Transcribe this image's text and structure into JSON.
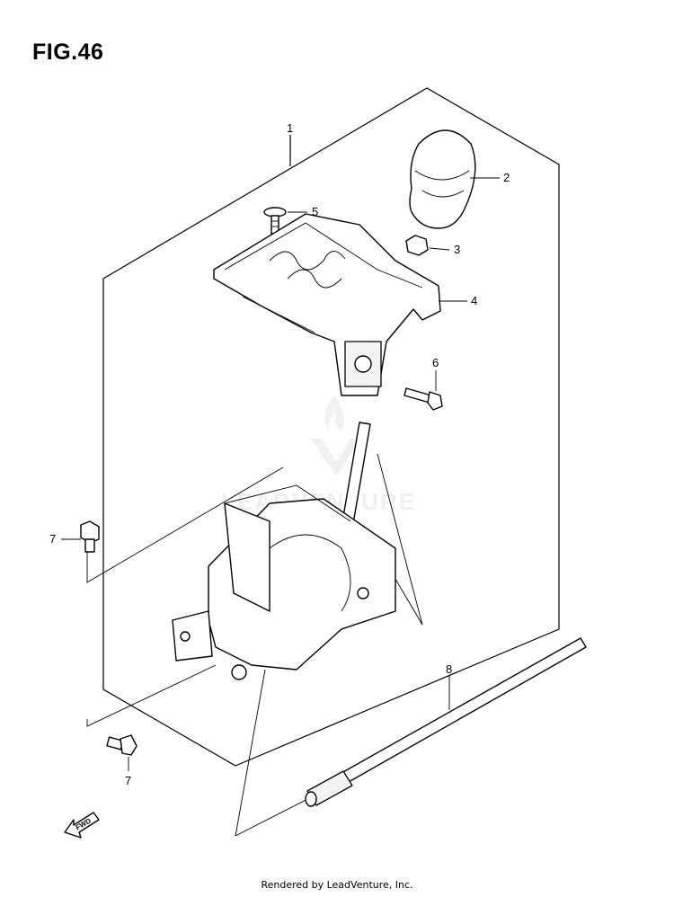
{
  "figure": {
    "title": "FIG.46"
  },
  "callouts": [
    {
      "id": "1",
      "label": "1"
    },
    {
      "id": "2",
      "label": "2"
    },
    {
      "id": "3",
      "label": "3"
    },
    {
      "id": "4",
      "label": "4"
    },
    {
      "id": "5",
      "label": "5"
    },
    {
      "id": "6",
      "label": "6"
    },
    {
      "id": "7a",
      "label": "7"
    },
    {
      "id": "7b",
      "label": "7"
    },
    {
      "id": "8",
      "label": "8"
    }
  ],
  "direction_marker": {
    "label": "FWD",
    "icon": "fwd-arrow-icon"
  },
  "watermark": {
    "text": "LEADVENTURE"
  },
  "footer": {
    "text": "Rendered by LeadVenture, Inc."
  }
}
